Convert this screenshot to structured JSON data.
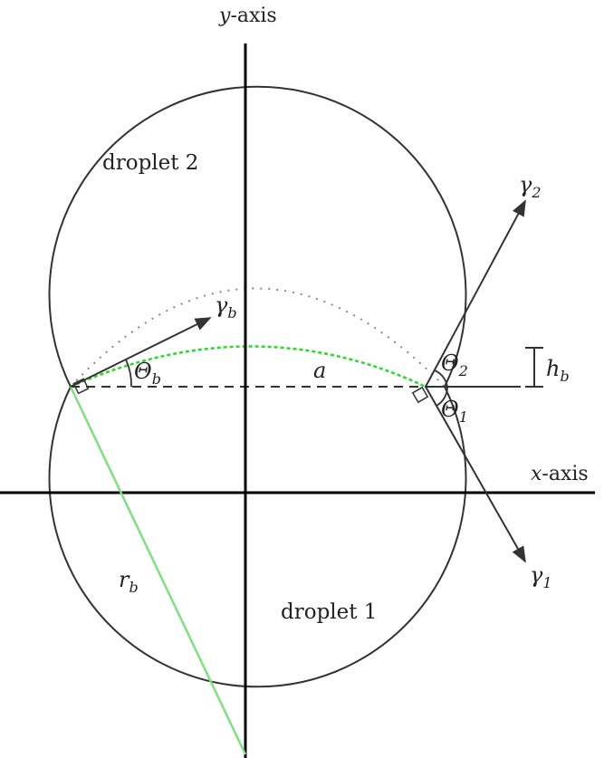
{
  "labels": {
    "y_axis_var": "y",
    "y_axis_suffix": "-axis",
    "x_axis_var": "x",
    "x_axis_suffix": "-axis",
    "droplet_2": "droplet 2",
    "droplet_1": "droplet 1",
    "gamma": "γ",
    "gamma_b_sub": "b",
    "gamma_1_sub": "1",
    "gamma_2_sub": "2",
    "theta": "Θ",
    "theta_b_sub": "b",
    "theta_1_sub": "1",
    "theta_2_sub": "2",
    "a": "a",
    "h": "h",
    "h_sub": "b",
    "r": "r",
    "r_sub": "b"
  },
  "colors": {
    "stroke": "#333333",
    "green": "#7fe07f",
    "green_dashed": "#22dd22",
    "dotted": "#888888"
  }
}
